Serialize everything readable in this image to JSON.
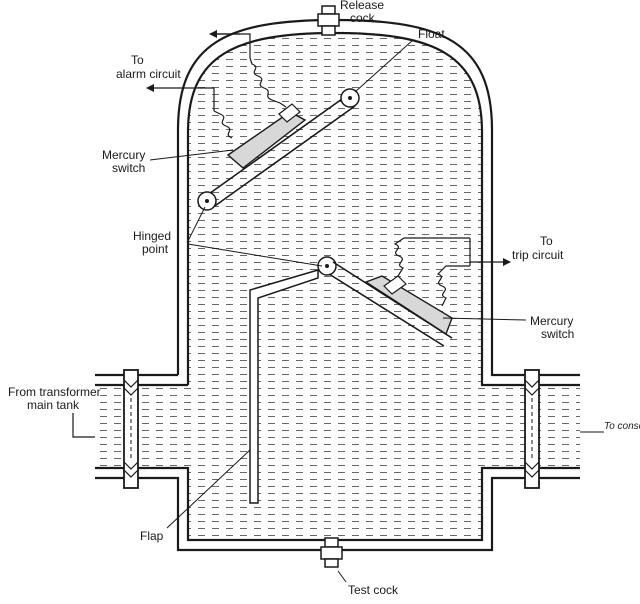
{
  "labels": {
    "release_cock": [
      "Release",
      "cock"
    ],
    "float": "Float",
    "to_alarm_circuit": [
      "To",
      "alarm circuit"
    ],
    "mercury_switch_top": [
      "Mercury",
      "switch"
    ],
    "hinged_point": [
      "Hinged",
      "point"
    ],
    "to_trip_circuit": [
      "To",
      "trip circuit"
    ],
    "mercury_switch_bottom": [
      "Mercury",
      "switch"
    ],
    "from_transformer": [
      "From transformer",
      "main tank"
    ],
    "to_conservator": "To conservator",
    "flap": "Flap",
    "test_cock": "Test cock"
  },
  "colors": {
    "ink": "#1a1a1a",
    "oil_fill": "#f3f3f3",
    "mercury": "#d8d8d8"
  }
}
